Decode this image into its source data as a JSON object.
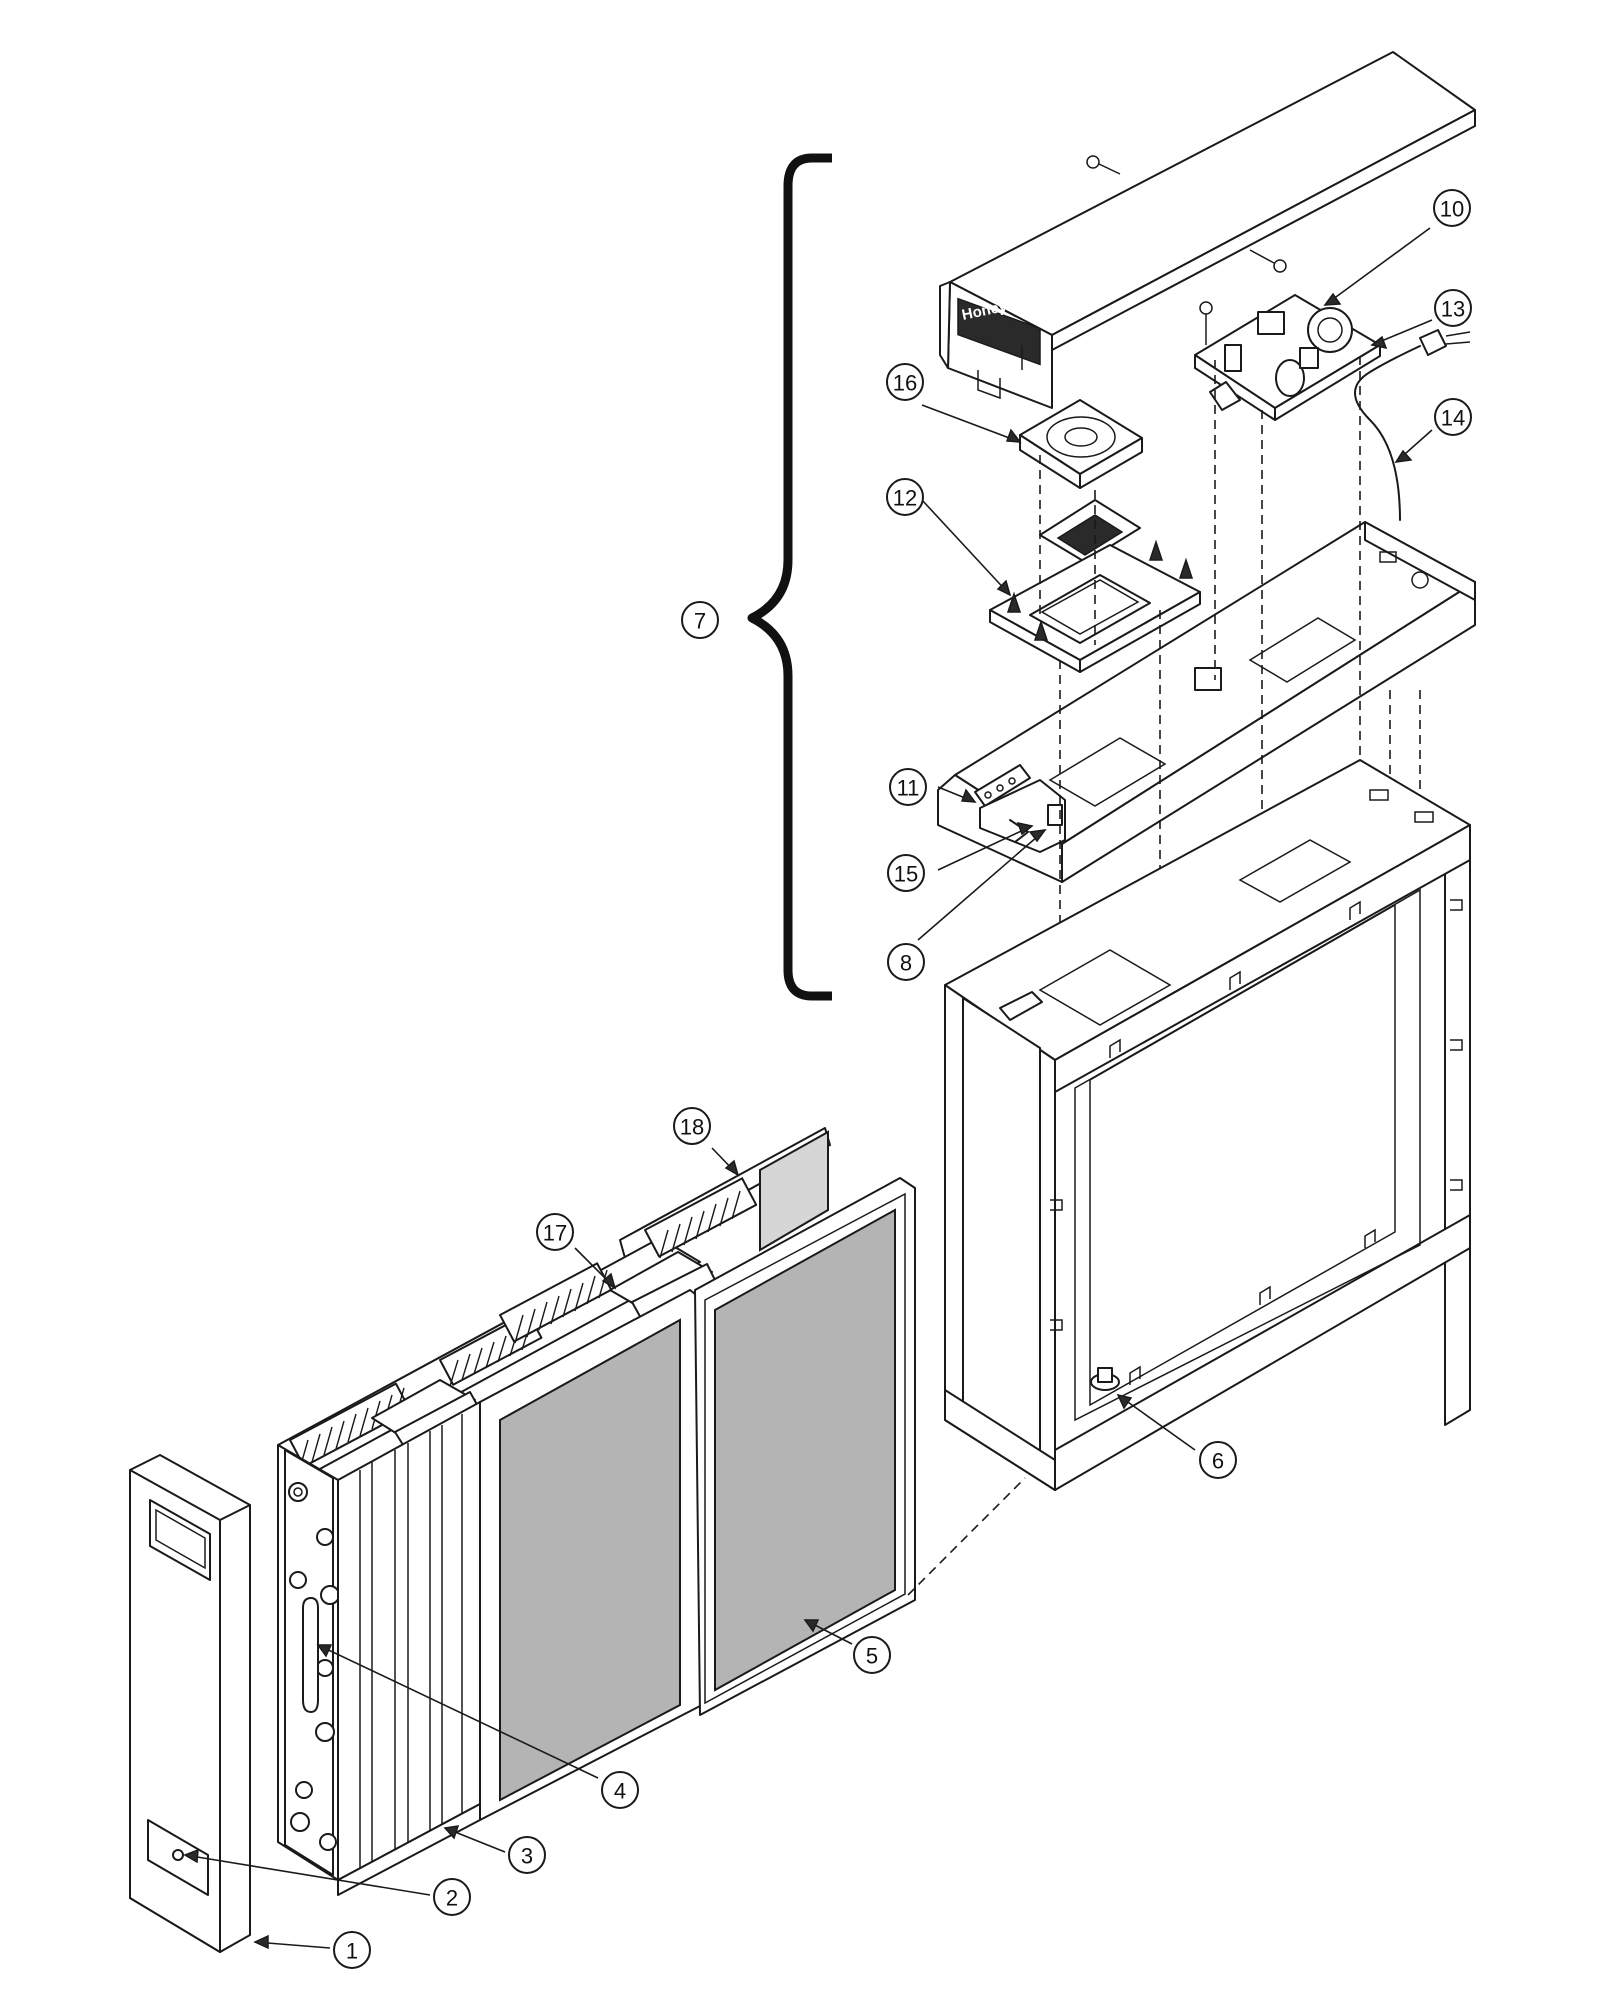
{
  "diagram": {
    "brand_label": "Honeywell",
    "callouts": [
      {
        "id": "1",
        "label": "1"
      },
      {
        "id": "2",
        "label": "2"
      },
      {
        "id": "3",
        "label": "3"
      },
      {
        "id": "4",
        "label": "4"
      },
      {
        "id": "5",
        "label": "5"
      },
      {
        "id": "6",
        "label": "6"
      },
      {
        "id": "7",
        "label": "7"
      },
      {
        "id": "8",
        "label": "8"
      },
      {
        "id": "10",
        "label": "10"
      },
      {
        "id": "11",
        "label": "11"
      },
      {
        "id": "12",
        "label": "12"
      },
      {
        "id": "13",
        "label": "13"
      },
      {
        "id": "14",
        "label": "14"
      },
      {
        "id": "15",
        "label": "15"
      },
      {
        "id": "16",
        "label": "16"
      },
      {
        "id": "17",
        "label": "17"
      },
      {
        "id": "18",
        "label": "18"
      }
    ]
  }
}
